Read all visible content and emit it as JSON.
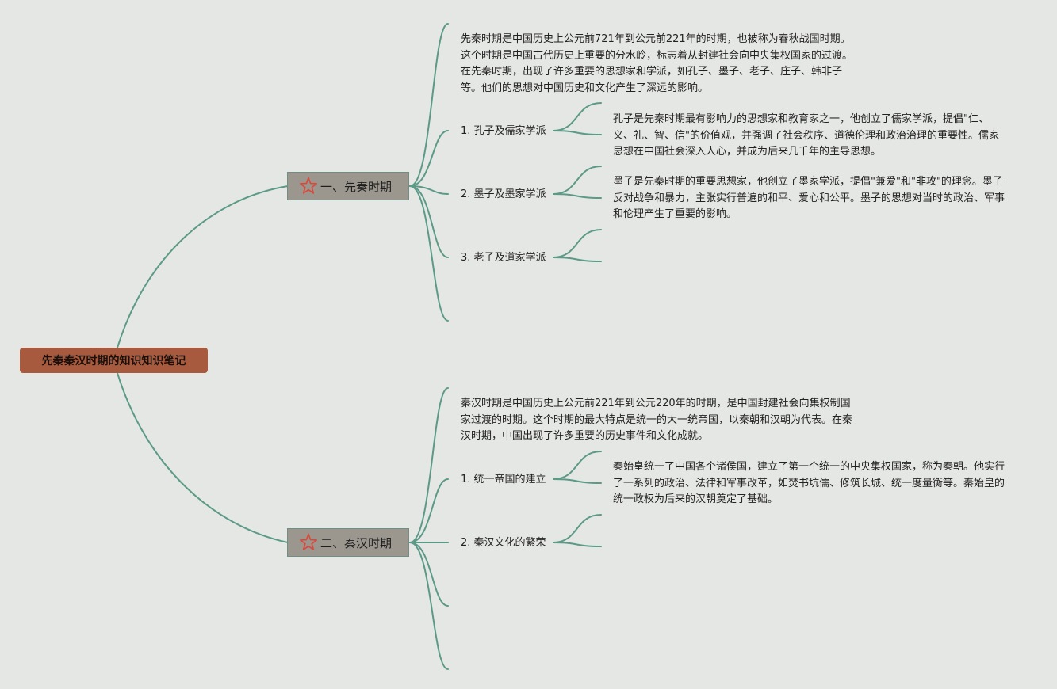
{
  "root": {
    "title": "先秦秦汉时期的知识知识笔记"
  },
  "sections": [
    {
      "title": "一、先秦时期",
      "icon": "star-icon",
      "intro": "先秦时期是中国历史上公元前721年到公元前221年的时期，也被称为春秋战国时期。这个时期是中国古代历史上重要的分水岭，标志着从封建社会向中央集权国家的过渡。在先秦时期，出现了许多重要的思想家和学派，如孔子、墨子、老子、庄子、韩非子等。他们的思想对中国历史和文化产生了深远的影响。",
      "topics": [
        {
          "title": "1. 孔子及儒家学派",
          "detail": "孔子是先秦时期最有影响力的思想家和教育家之一，他创立了儒家学派，提倡\"仁、义、礼、智、信\"的价值观，并强调了社会秩序、道德伦理和政治治理的重要性。儒家思想在中国社会深入人心，并成为后来几千年的主导思想。"
        },
        {
          "title": "2. 墨子及墨家学派",
          "detail": "墨子是先秦时期的重要思想家，他创立了墨家学派，提倡\"兼爱\"和\"非攻\"的理念。墨子反对战争和暴力，主张实行普遍的和平、爱心和公平。墨子的思想对当时的政治、军事和伦理产生了重要的影响。"
        },
        {
          "title": "3. 老子及道家学派",
          "detail": ""
        }
      ]
    },
    {
      "title": "二、秦汉时期",
      "icon": "star-icon",
      "intro": "秦汉时期是中国历史上公元前221年到公元220年的时期，是中国封建社会向集权制国家过渡的时期。这个时期的最大特点是统一的大一统帝国，以秦朝和汉朝为代表。在秦汉时期，中国出现了许多重要的历史事件和文化成就。",
      "topics": [
        {
          "title": "1. 统一帝国的建立",
          "detail": "秦始皇统一了中国各个诸侯国，建立了第一个统一的中央集权国家，称为秦朝。他实行了一系列的政治、法律和军事改革，如焚书坑儒、修筑长城、统一度量衡等。秦始皇的统一政权为后来的汉朝奠定了基础。"
        },
        {
          "title": "2. 秦汉文化的繁荣",
          "detail": ""
        }
      ]
    }
  ],
  "colors": {
    "background": "#e5e7e4",
    "connector": "#5c9a88",
    "root_fill": "#a85a3e",
    "section_fill": "#9b968e",
    "star": "#d9483b"
  }
}
